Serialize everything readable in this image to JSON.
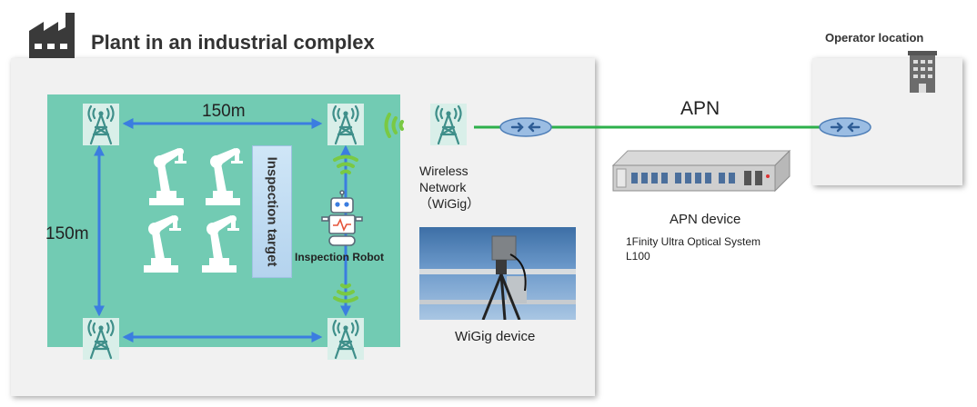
{
  "plant": {
    "title": "Plant in an industrial complex",
    "width_label": "150m",
    "height_label": "150m",
    "inspection_label": "Inspection target",
    "robot_label": "Inspection Robot"
  },
  "wireless": {
    "line1": "Wireless",
    "line2": "Network",
    "line3": "（WiGig）"
  },
  "network": {
    "apn_label": "APN",
    "apn_device_label": "APN device",
    "apn_system_line1": "1Finity Ultra Optical System",
    "apn_system_line2": "L100"
  },
  "wigig_device_label": "WiGig device",
  "operator": {
    "title": "Operator location"
  },
  "colors": {
    "site_area": "#72cbb3",
    "arrow": "#3b7de0",
    "link": "#2db04b",
    "signal": "#7ac943",
    "tower": "#3f8f8a"
  },
  "icons": [
    "factory-icon",
    "antenna-tower-icon",
    "robot-arm-icon",
    "robot-icon",
    "router-icon",
    "building-icon",
    "signal-wave-icon"
  ]
}
